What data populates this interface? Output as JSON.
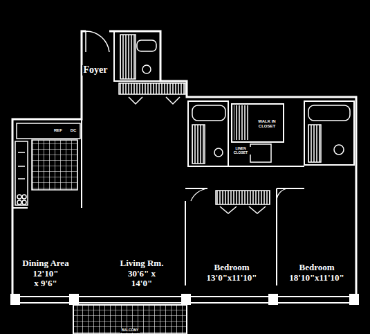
{
  "diagram": {
    "labels": [
      "Foyer",
      "Dining Area",
      "12'10\" x 9'6\"",
      "Living Rm.",
      "30'6\" x 14'0\"",
      "Bedroom",
      "13'0\"x11'10\"",
      "Bedroom",
      "18'10\"x11'10\"",
      "REF",
      "DC",
      "WALK IN CLOSET",
      "LINEN CLOSET",
      "BALCONY"
    ]
  }
}
